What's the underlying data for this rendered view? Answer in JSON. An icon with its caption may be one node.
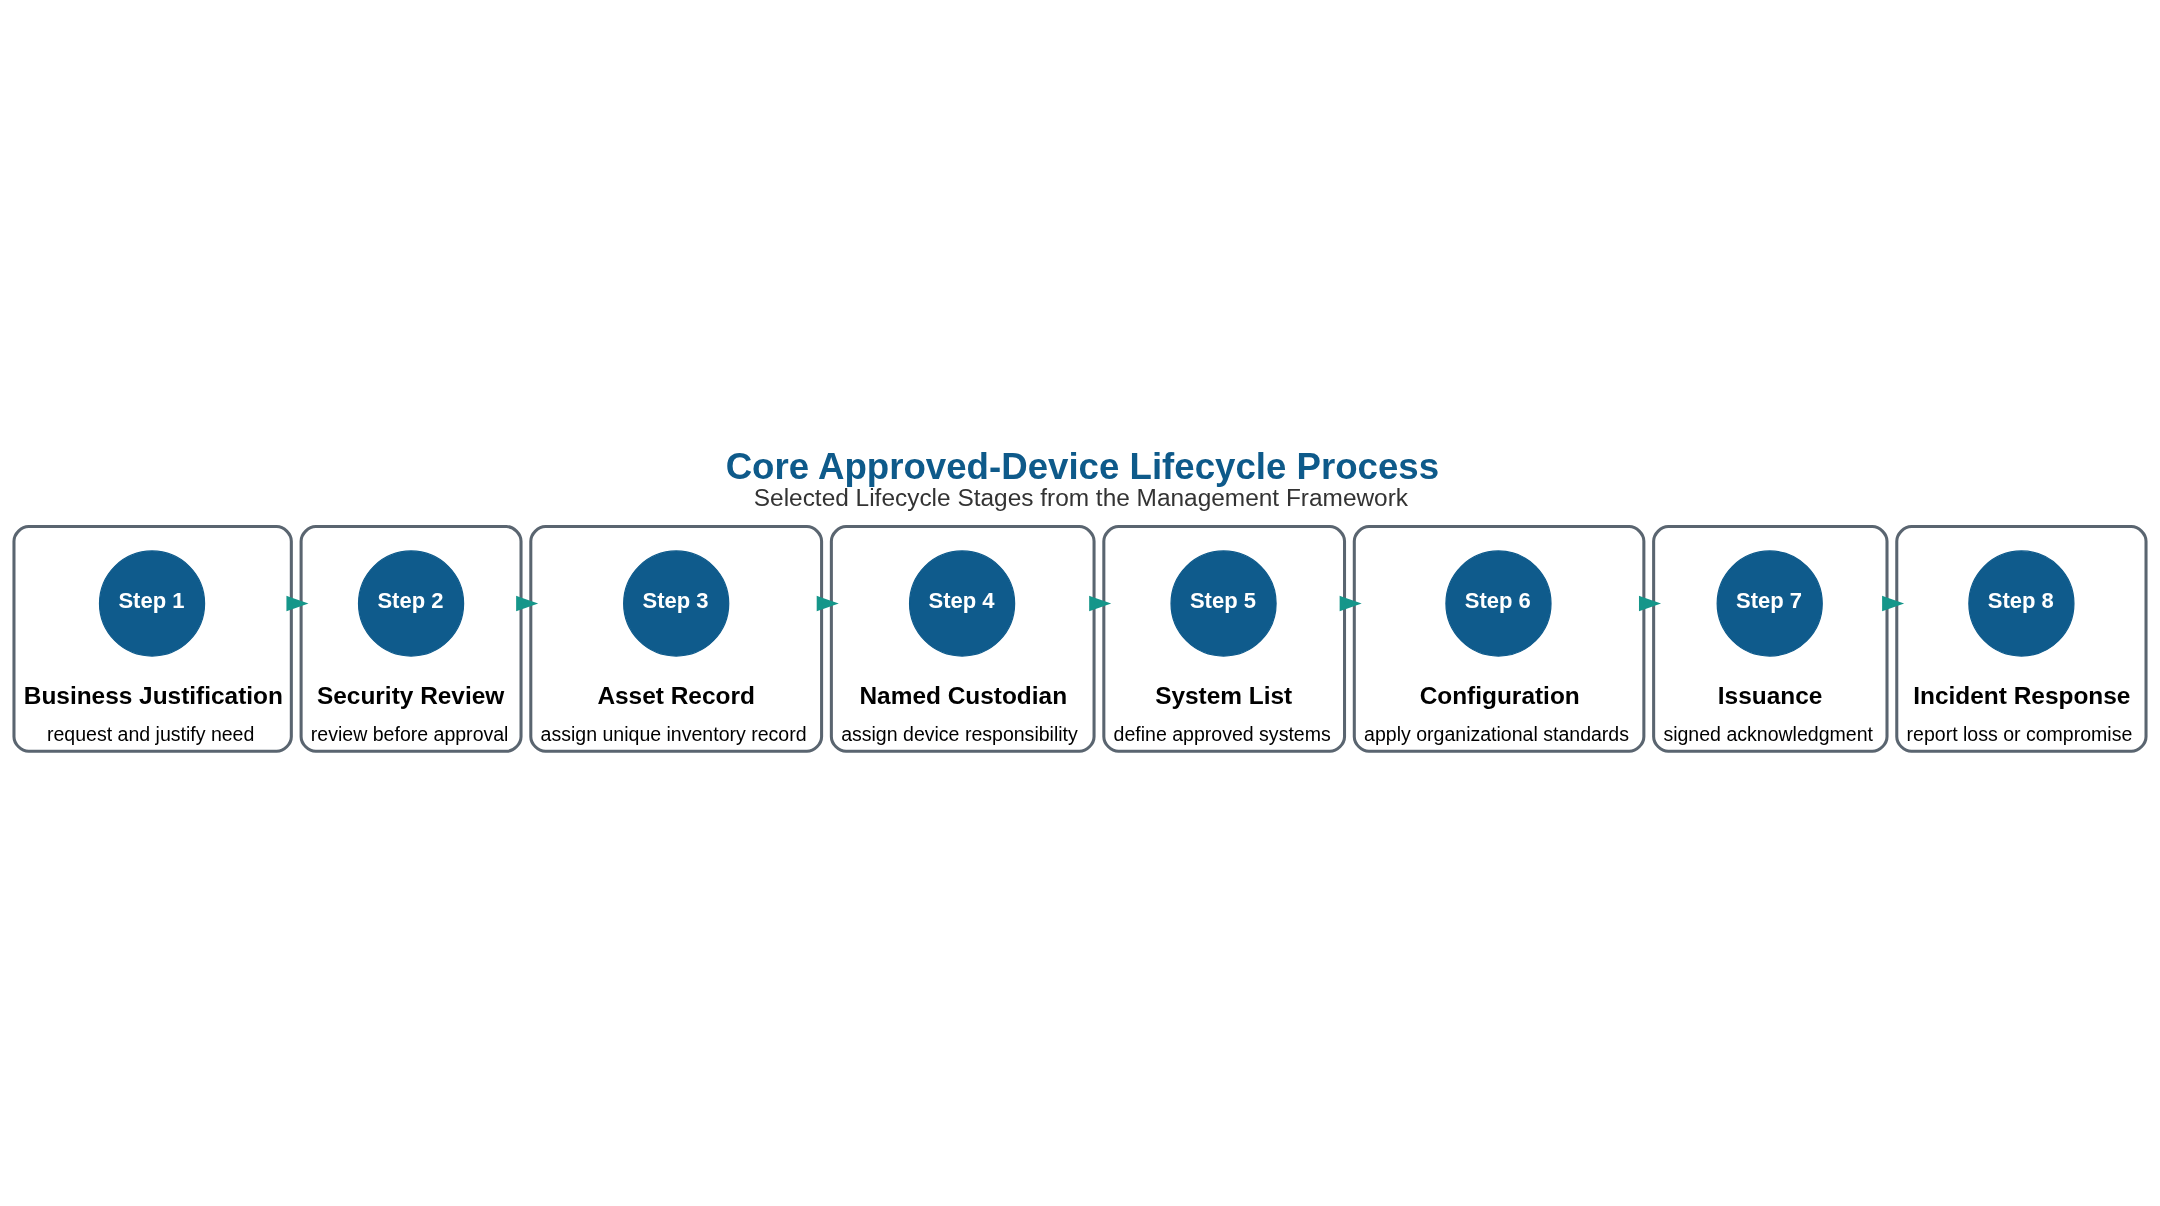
{
  "diagram": {
    "title": "Core Approved-Device Lifecycle Process",
    "caption": "Selected Lifecycle Stages from the Management Framework",
    "nodes": [
      {
        "text": [
          "Business Justification",
          "request and justify need"
        ]
      },
      {
        "text": [
          "Step 1"
        ],
        "in": 0
      },
      {
        "text": [
          "Security Review",
          "review before approval"
        ]
      },
      {
        "text": [
          "Step 2"
        ],
        "in": 2
      },
      {
        "text": [
          "Asset Record",
          "assign unique inventory record"
        ]
      },
      {
        "text": [
          "Step 3"
        ],
        "in": 4
      },
      {
        "text": [
          "Named Custodian",
          "assign device responsibility"
        ]
      },
      {
        "text": [
          "Step 4"
        ],
        "in": 6
      },
      {
        "text": [
          "System List",
          "define approved systems"
        ]
      },
      {
        "text": [
          "Step 5"
        ],
        "in": 8
      },
      {
        "text": [
          "Configuration",
          "apply organizational standards"
        ]
      },
      {
        "text": [
          "Step 6"
        ],
        "in": 10
      },
      {
        "text": [
          "Issuance",
          "signed acknowledgment"
        ]
      },
      {
        "text": [
          "Step 7"
        ],
        "in": 12
      },
      {
        "text": [
          "Incident Response",
          "report loss or compromise"
        ]
      },
      {
        "text": [
          "Step 8"
        ],
        "in": 14
      }
    ],
    "edges": [
      {
        "from": 0,
        "to": 2,
        "arrow": "to"
      },
      {
        "from": 2,
        "to": 4,
        "arrow": "to"
      },
      {
        "from": 4,
        "to": 6,
        "arrow": "to"
      },
      {
        "from": 6,
        "to": 8,
        "arrow": "to"
      },
      {
        "from": 8,
        "to": 10,
        "arrow": "to"
      },
      {
        "from": 10,
        "to": 12,
        "arrow": "to"
      },
      {
        "from": 12,
        "to": 14,
        "arrow": "to"
      }
    ]
  }
}
